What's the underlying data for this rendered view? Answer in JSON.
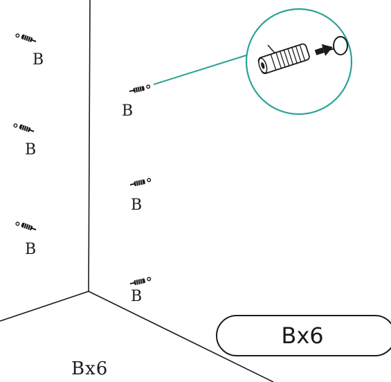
{
  "instruction": {
    "part_label": "B",
    "badge_text": "Bx6",
    "footer_count": "Bx6"
  },
  "left_wall_anchors": [
    "B",
    "B",
    "B"
  ],
  "back_wall_anchors": [
    "B",
    "B",
    "B"
  ],
  "colors": {
    "line": "#1a1a1a",
    "detail_callout": "#2aa198"
  },
  "icons": [
    "wall-plug-anchor-icon",
    "screw-ring-icon",
    "detail-magnifier-icon",
    "insert-arrow-icon"
  ]
}
